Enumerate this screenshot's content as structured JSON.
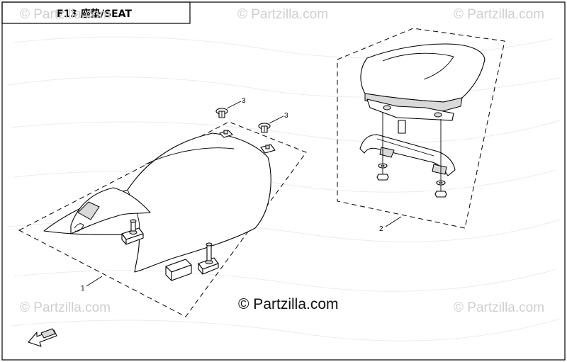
{
  "header": {
    "title": "F13  座垫/SEAT"
  },
  "watermarks": [
    "© Partzilla.com",
    "© Partzilla.com",
    "© Partzilla.com",
    "© Partzilla.com",
    "© Partzilla.com"
  ],
  "copyright": "© Partzilla.com",
  "callouts": {
    "front_seat": "1",
    "rear_seat": "2",
    "bolt_a": "3",
    "bolt_b": "3"
  },
  "colors": {
    "line": "#000000",
    "watermark": "#cfcfcf",
    "shade": "#d9d9d9"
  },
  "icons": [
    "front-direction-arrow-icon"
  ]
}
